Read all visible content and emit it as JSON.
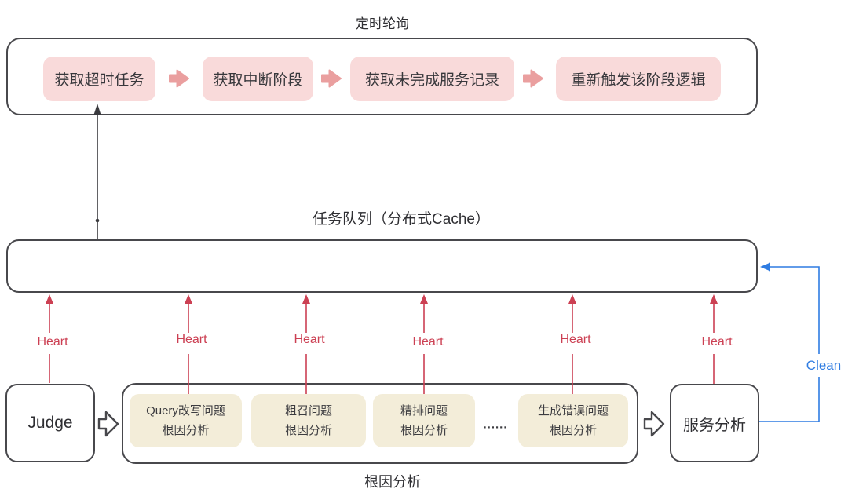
{
  "colors": {
    "outline": "#48484c",
    "pink_fill": "#f9dada",
    "pink_arrow": "#ea9f9f",
    "cream_fill": "#f3edd9",
    "heart_red": "#cc4053",
    "clean_blue": "#2f7ce2",
    "text_dark": "#333333"
  },
  "timed_polling": {
    "title": "定时轮询",
    "steps": [
      "获取超时任务",
      "获取中断阶段",
      "获取未完成服务记录",
      "重新触发该阶段逻辑"
    ]
  },
  "task_queue": {
    "title": "任务队列（分布式Cache）"
  },
  "heartbeat_label": "Heart",
  "clean_label": "Clean",
  "judge_label": "Judge",
  "root_cause": {
    "caption": "根因分析",
    "ellipsis": "......",
    "items": [
      {
        "line1": "Query改写问题",
        "line2": "根因分析"
      },
      {
        "line1": "粗召问题",
        "line2": "根因分析"
      },
      {
        "line1": "精排问题",
        "line2": "根因分析"
      },
      {
        "line1": "生成错误问题",
        "line2": "根因分析"
      }
    ]
  },
  "service_label": "服务分析"
}
